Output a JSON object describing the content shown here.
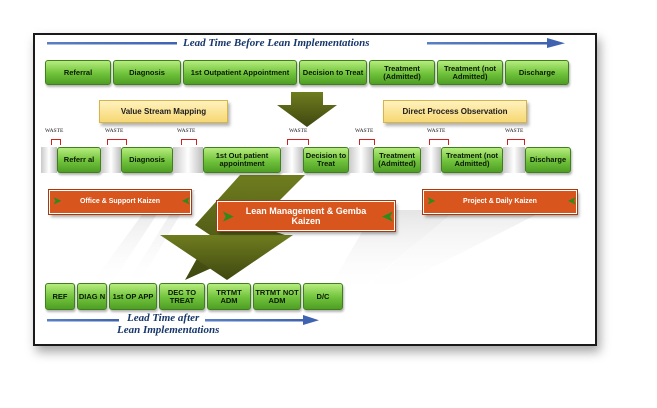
{
  "title_top": "Lead Time Before Lean Implementations",
  "title_bottom_line1": "Lead Time after",
  "title_bottom_line2": "Lean Implementations",
  "before_steps": [
    {
      "label": "Referral"
    },
    {
      "label": "Diagnosis"
    },
    {
      "label": "1st Outpatient Appointment"
    },
    {
      "label": "Decision to Treat"
    },
    {
      "label": "Treatment (Admitted)"
    },
    {
      "label": "Treatment (not Admitted)"
    },
    {
      "label": "Discharge"
    }
  ],
  "banners": {
    "vsm": "Value Stream Mapping",
    "dpo": "Direct Process Observation"
  },
  "waste_label": "WASTE",
  "mid_steps": [
    {
      "label": "Referr al"
    },
    {
      "label": "Diagnosis"
    },
    {
      "label": "1st Out patient appointment"
    },
    {
      "label": "Decision to Treat"
    },
    {
      "label": "Treatment (Admitted)"
    },
    {
      "label": "Treatment (not Admitted)"
    },
    {
      "label": "Discharge"
    }
  ],
  "kaizen": {
    "office": "Office & Support Kaizen",
    "lean": "Lean Management & Gemba Kaizen",
    "project": "Project & Daily Kaizen"
  },
  "after_steps": [
    {
      "label": "REF"
    },
    {
      "label": "DIAG N"
    },
    {
      "label": "1st OP APP"
    },
    {
      "label": "DEC TO TREAT"
    },
    {
      "label": "TRTMT ADM"
    },
    {
      "label": "TRTMT NOT ADM"
    },
    {
      "label": "D/C"
    }
  ],
  "colors": {
    "step_green": "#6fc23a",
    "arrow_olive": "#4f5a13",
    "kaizen_orange": "#d8561d",
    "banner_yellow": "#f6d772",
    "waste_red": "#d41f1f",
    "title_blue": "#17376b",
    "timeline_blue": "#5b7fc4"
  }
}
